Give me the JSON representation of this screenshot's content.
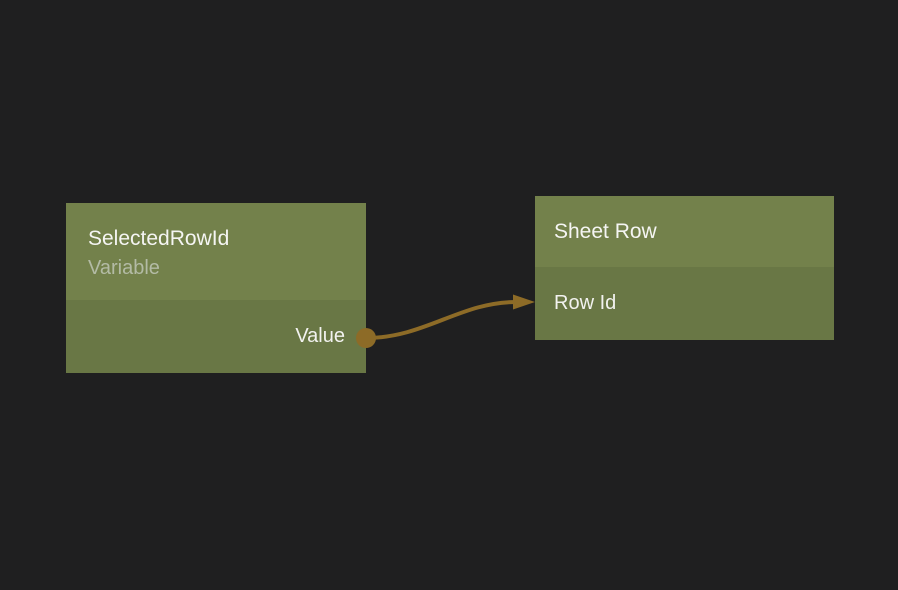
{
  "colors": {
    "canvas_background": "#1f1f20",
    "node_header": "#73814b",
    "node_body": "#697745",
    "title_text": "#f5f5f3",
    "subtitle_text": "#b3bba5",
    "port_label_text": "#f2f2ef",
    "connection": "#8d6b27"
  },
  "nodes": {
    "selected_row_id": {
      "title": "SelectedRowId",
      "subtitle": "Variable",
      "output_port_label": "Value"
    },
    "sheet_row": {
      "title": "Sheet Row",
      "input_port_label": "Row Id"
    }
  },
  "connection": {
    "from_node": "SelectedRowId",
    "from_port": "Value",
    "to_node": "Sheet Row",
    "to_port": "Row Id"
  }
}
